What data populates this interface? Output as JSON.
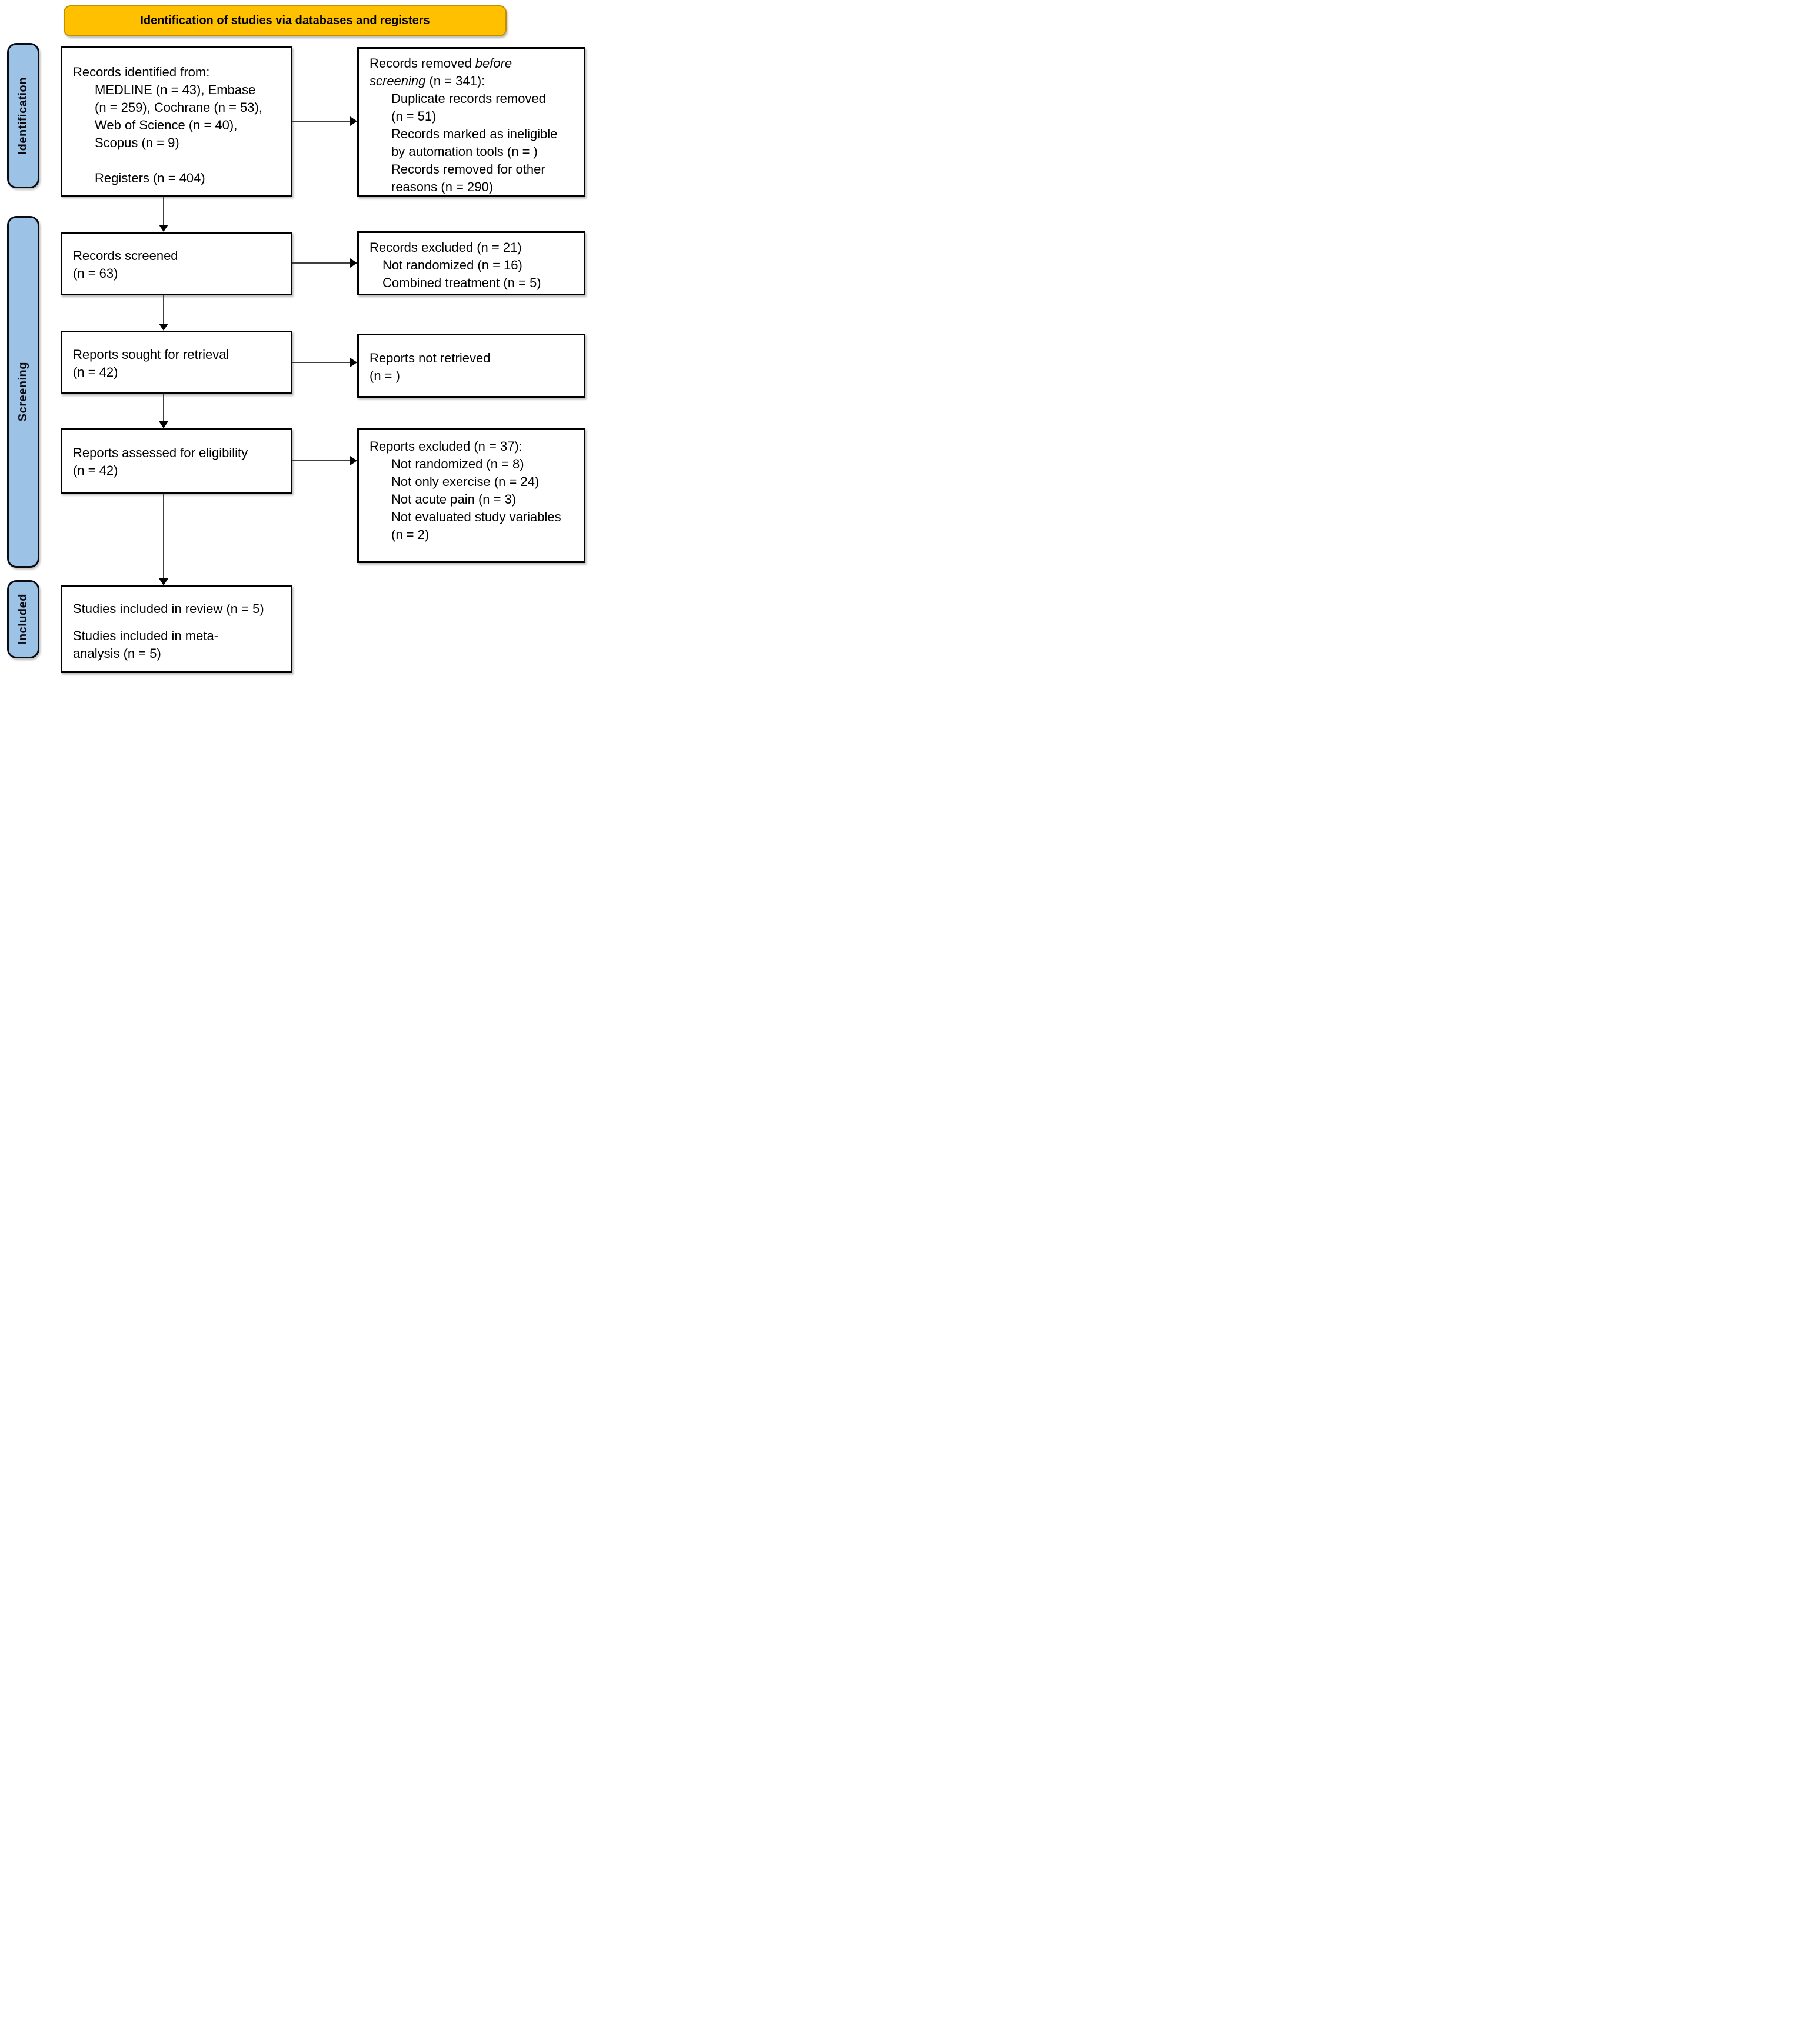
{
  "banner": {
    "title": "Identification of studies via databases and registers"
  },
  "sidebar": {
    "identification": "Identification",
    "screening": "Screening",
    "included": "Included"
  },
  "boxes": {
    "identified": {
      "lines": [
        "Records identified from:",
        "MEDLINE (n = 43), Embase",
        "(n = 259), Cochrane (n = 53),",
        "Web of Science (n = 40),",
        "Scopus (n = 9)",
        " ",
        "Registers (n = 404)"
      ]
    },
    "removed": {
      "line1_normal": "Records removed ",
      "line1_italic": "before",
      "line2_italic": "screening",
      "line2_normal": " (n = 341):",
      "lines": [
        "Duplicate records removed",
        "(n = 51)",
        "Records marked as ineligible",
        "by automation tools (n = )",
        "Records removed for other",
        "reasons (n = 290)"
      ]
    },
    "screened": {
      "lines": [
        "Records screened",
        "(n = 63)"
      ]
    },
    "excluded_records": {
      "lines": [
        "Records excluded (n = 21)",
        "Not randomized (n = 16)",
        "Combined treatment (n = 5)"
      ]
    },
    "sought": {
      "lines": [
        "Reports sought for retrieval",
        "(n = 42)"
      ]
    },
    "not_retrieved": {
      "lines": [
        "Reports not retrieved",
        "(n = )"
      ]
    },
    "assessed": {
      "lines": [
        "Reports assessed for eligibility",
        "(n = 42)"
      ]
    },
    "excluded_reports": {
      "lines": [
        "Reports excluded (n = 37):",
        "Not randomized (n = 8)",
        "Not only exercise (n = 24)",
        "Not acute pain (n = 3)",
        "Not evaluated study variables",
        "(n = 2)"
      ]
    },
    "included_studies": {
      "lines": [
        "Studies included in review (n = 5)",
        "Studies included in meta-",
        "analysis (n = 5)"
      ]
    }
  },
  "colors": {
    "banner_fill": "#FFC000",
    "banner_border": "#BF9000",
    "stage_fill": "#9CC2E5",
    "stage_border": "#0B0B14",
    "box_border": "#000000",
    "arrow_line": "#3F3F3F",
    "arrow_head": "#000000"
  }
}
